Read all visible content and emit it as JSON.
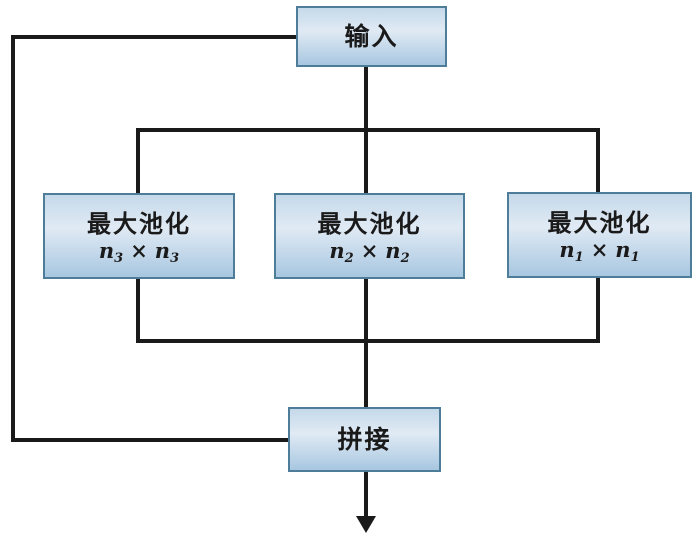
{
  "figure": {
    "type": "flowchart",
    "description": "spatial-pyramid-pooling-structure",
    "colors": {
      "background": "#ffffff",
      "line": "#1a1a1a",
      "box_border": "#4d7d99",
      "box_fill_top": "#c5d9ea",
      "box_fill_mid": "#e0eaf4",
      "box_fill_bottom": "#a8c7e1",
      "text": "#1a1a1a"
    },
    "input_box": {
      "label": "输入"
    },
    "pooling_boxes": [
      {
        "label": "最大池化",
        "var": "n",
        "sub": "3",
        "operator": "×"
      },
      {
        "label": "最大池化",
        "var": "n",
        "sub": "2",
        "operator": "×"
      },
      {
        "label": "最大池化",
        "var": "n",
        "sub": "1",
        "operator": "×"
      }
    ],
    "concat_box": {
      "label": "拼接"
    }
  }
}
